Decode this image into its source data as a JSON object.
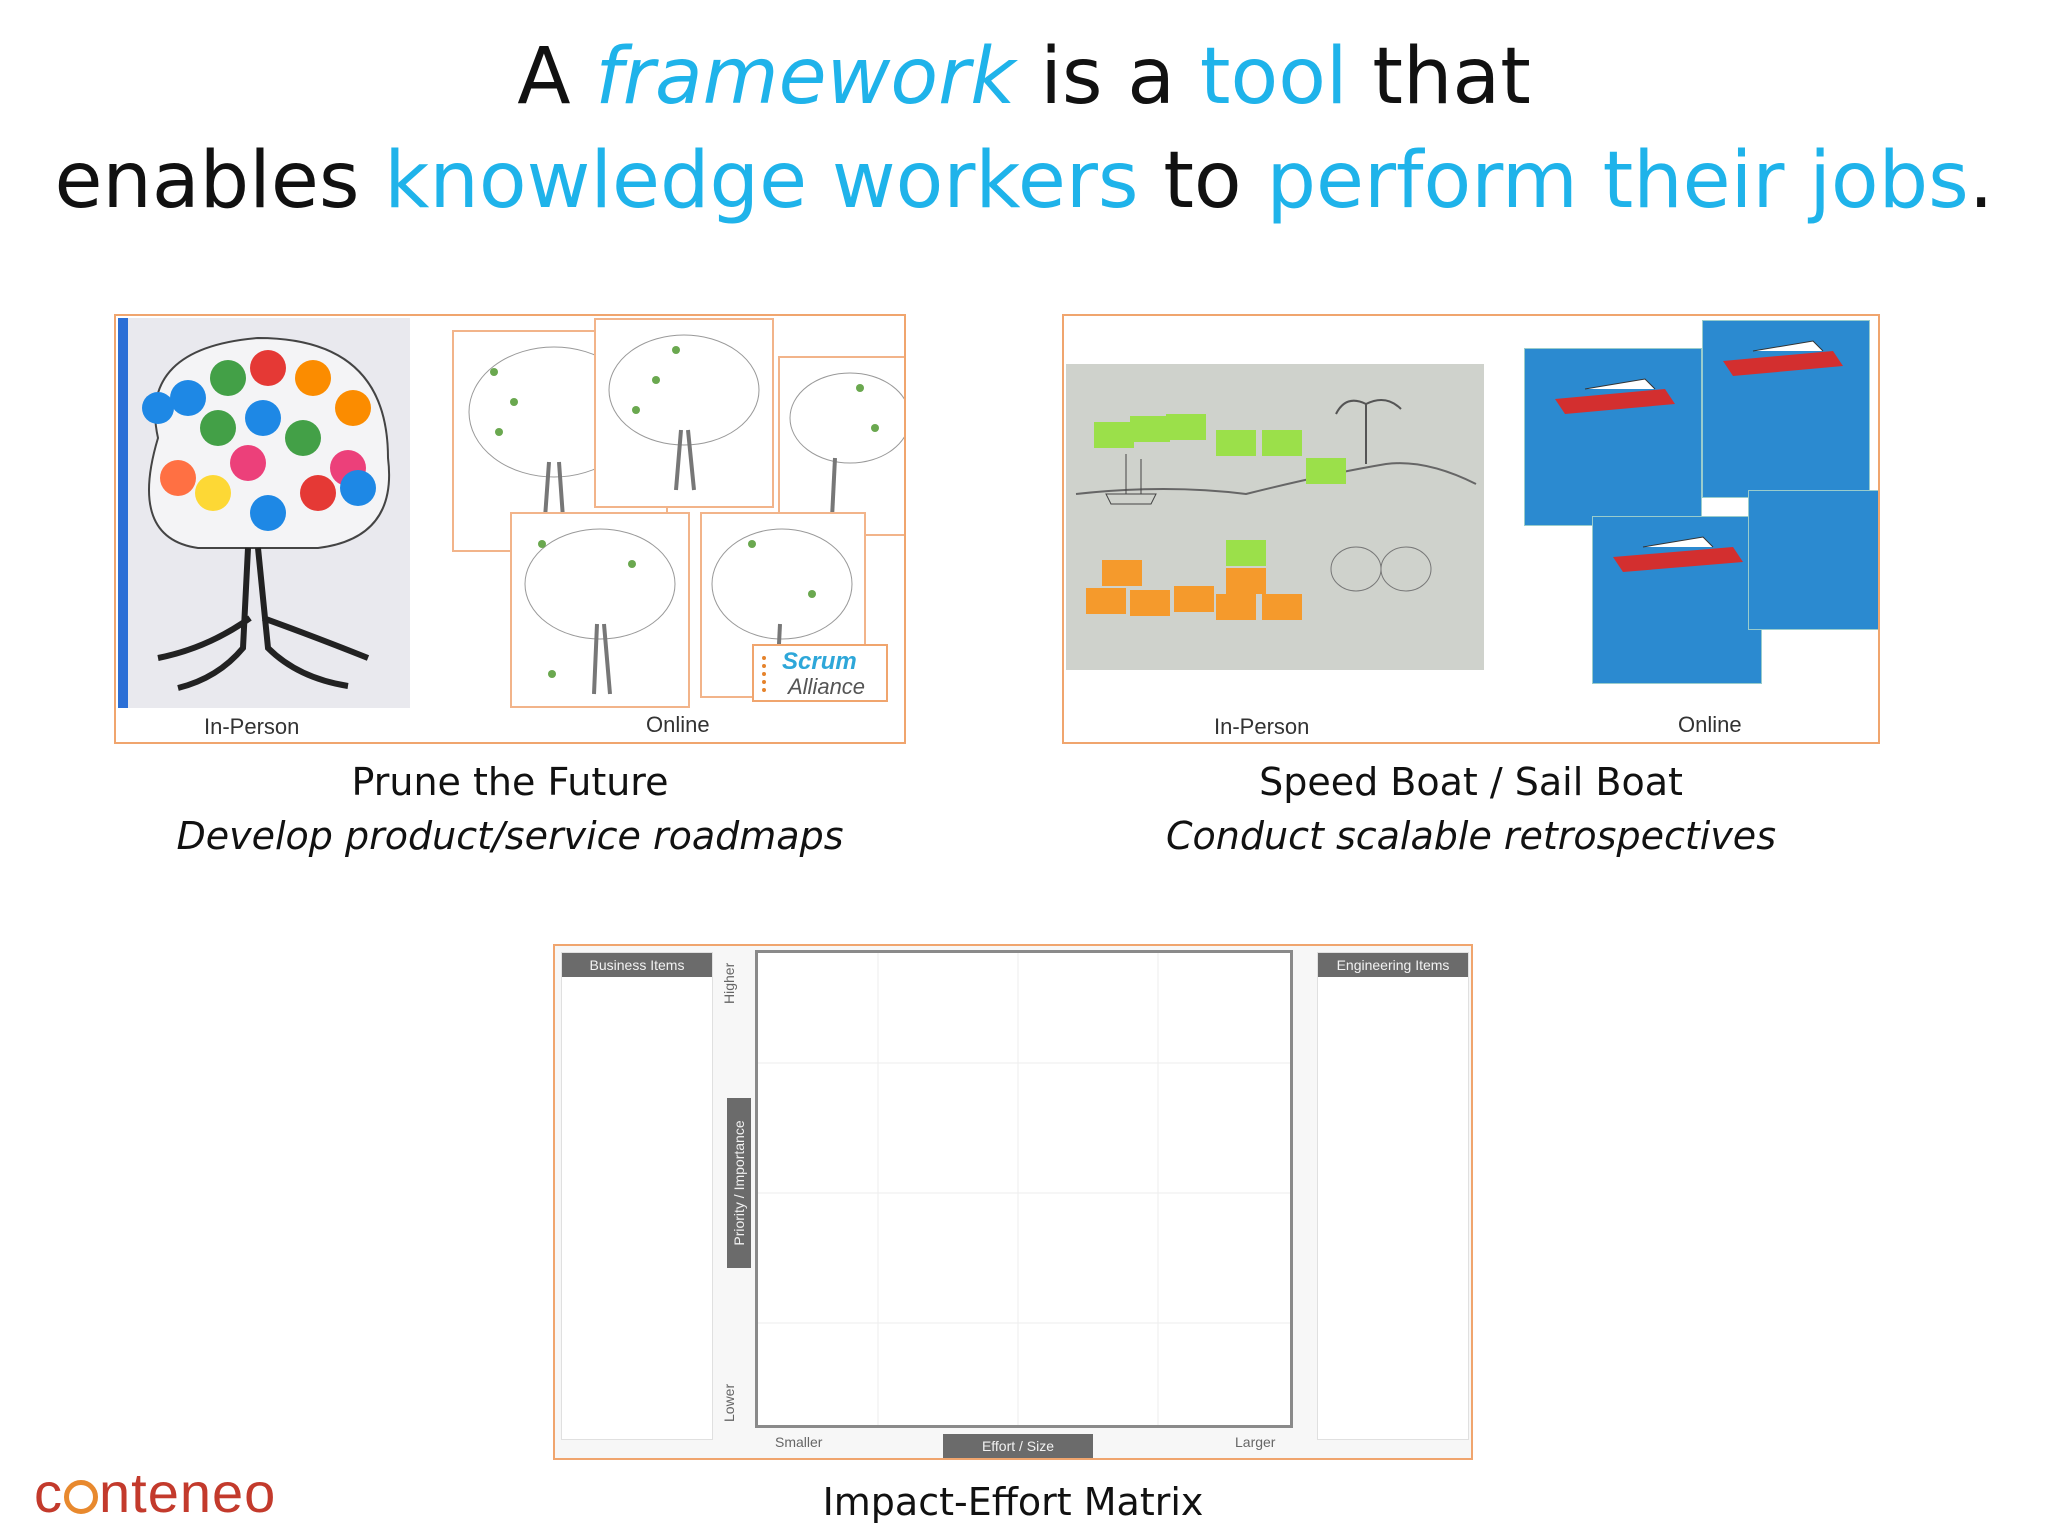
{
  "heading": {
    "line1": {
      "a": "A",
      "framework": "framework",
      "is_a": "is a",
      "tool": "tool",
      "that": "that"
    },
    "line2": {
      "enables": "enables",
      "knowledge_workers": "knowledge workers",
      "to": "to",
      "perform": "perform their jobs",
      "period": "."
    }
  },
  "colors": {
    "accent": "#1fb3ea",
    "panel_border": "#f0a56e",
    "logo": "#c33a2c"
  },
  "panel1": {
    "label_left": "In-Person",
    "label_right": "Online",
    "logo_line1": "Scrum",
    "logo_line2": "Alliance",
    "caption": "Prune the Future",
    "subcaption": "Develop product/service roadmaps"
  },
  "panel2": {
    "label_left": "In-Person",
    "label_right": "Online",
    "caption": "Speed Boat  / Sail Boat",
    "subcaption": "Conduct scalable retrospectives"
  },
  "panel3": {
    "business_items": "Business Items",
    "engineering_items": "Engineering Items",
    "higher": "Higher",
    "priority": "Priority / Importance",
    "lower": "Lower",
    "smaller": "Smaller",
    "effort": "Effort / Size",
    "larger": "Larger",
    "caption": "Impact-Effort Matrix"
  },
  "logo": {
    "text_c": "c",
    "text_rest": "nteneo"
  }
}
